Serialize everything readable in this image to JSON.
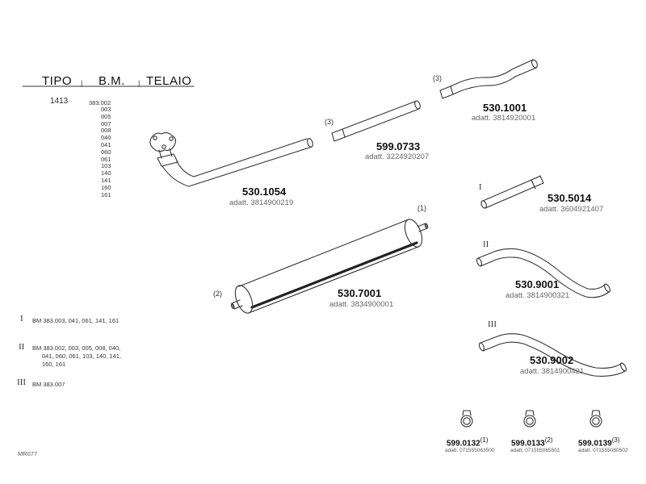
{
  "table": {
    "headers": [
      "TIPO",
      "B.M.",
      "TELAIO"
    ],
    "tipo": "1413",
    "bm_first": "383.002",
    "bm_list": [
      "003",
      "005",
      "007",
      "008",
      "040",
      "041",
      "060",
      "061",
      "103",
      "140",
      "141",
      "160",
      "161"
    ]
  },
  "parts": {
    "p1054": {
      "number": "530.1054",
      "adatt": "adatt. 3814900219"
    },
    "p0733": {
      "number": "599.0733",
      "adatt": "adatt. 3224920207",
      "ref": "(3)"
    },
    "p1001": {
      "number": "530.1001",
      "adatt": "adatt. 3814920001",
      "ref": "(3)"
    },
    "p5014": {
      "number": "530.5014",
      "adatt": "adatt. 3604921407",
      "roman": "I"
    },
    "p7001": {
      "number": "530.7001",
      "adatt": "adatt. 3834900001",
      "ref_right": "(1)",
      "ref_left": "(2)"
    },
    "p9001": {
      "number": "530.9001",
      "adatt": "adatt. 3814900321",
      "roman": "II"
    },
    "p9002": {
      "number": "530.9002",
      "adatt": "adatt. 3814900421",
      "roman": "III"
    }
  },
  "notes": [
    {
      "roman": "I",
      "text": "BM 383.003, 041, 061, 141, 161"
    },
    {
      "roman": "II",
      "text": "BM 383.002, 003, 005, 008, 040,",
      "text2": "041, 060, 061, 103, 140, 141,",
      "text3": "160, 161"
    },
    {
      "roman": "III",
      "text": "BM 383.007"
    }
  ],
  "clamps": [
    {
      "number": "599.0132",
      "ref": "(1)",
      "adatt": "adatt. 071555063500"
    },
    {
      "number": "599.0133",
      "ref": "(2)",
      "adatt": "adatt. 071555065501"
    },
    {
      "number": "599.0139",
      "ref": "(3)",
      "adatt": "adatt. 071555080502"
    }
  ],
  "code": "MR077"
}
